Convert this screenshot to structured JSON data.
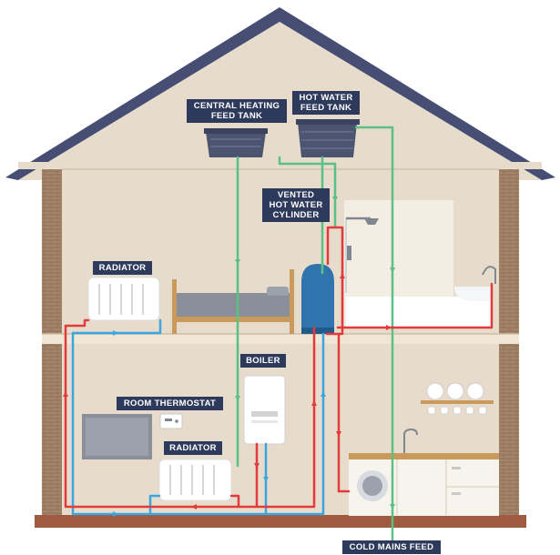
{
  "labels": {
    "central_heating_feed_tank": [
      "CENTRAL HEATING",
      "FEED TANK"
    ],
    "hot_water_feed_tank": [
      "HOT WATER",
      "FEED TANK"
    ],
    "vented_hot_water_cylinder": [
      "VENTED",
      "HOT WATER",
      "CYLINDER"
    ],
    "radiator_upper": "RADIATOR",
    "boiler": "BOILER",
    "room_thermostat": "ROOM THERMOSTAT",
    "radiator_lower": "RADIATOR",
    "cold_mains_feed": "COLD MAINS FEED"
  },
  "colors": {
    "roof": "#474e74",
    "wall": "#e7dccb",
    "brick": "#8f7259",
    "floor": "#a05a3f",
    "label_bg": "#2e3a5c",
    "hot_pipe": "#e23a3d",
    "return_pipe": "#3aa6df",
    "cold_pipe": "#5cbf84",
    "cylinder": "#2f74ad"
  }
}
